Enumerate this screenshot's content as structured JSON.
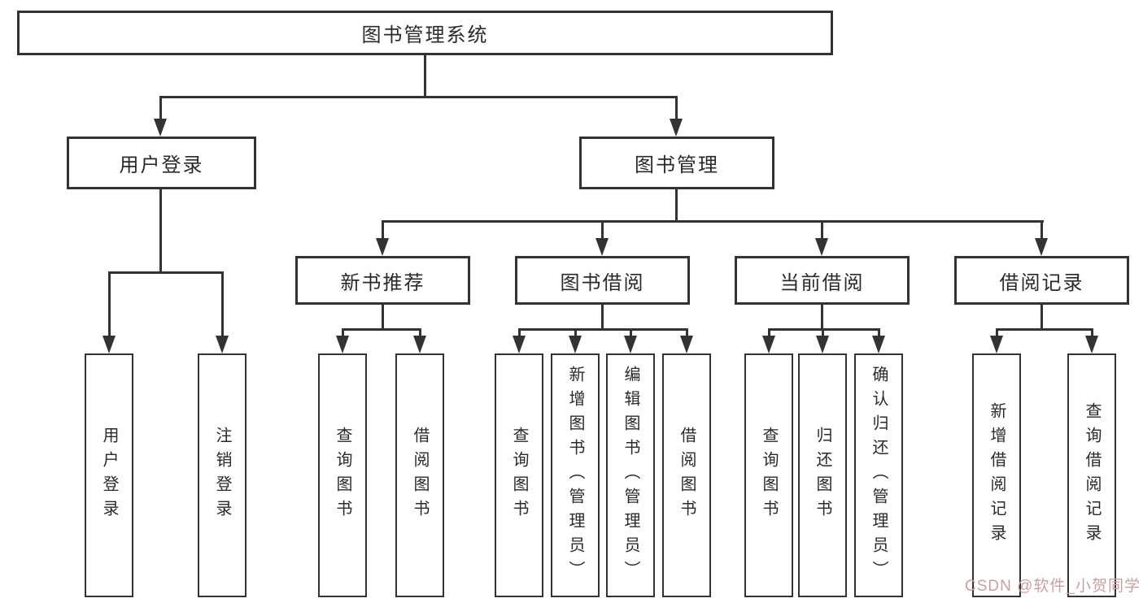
{
  "colors": {
    "line": "#333333",
    "box_fill": "#ffffff",
    "text": "#2a2a2a",
    "watermark": "#c9a0a0",
    "background": "#ffffff"
  },
  "diagram": {
    "root": {
      "label": "图书管理系统"
    },
    "user_branch": {
      "label": "用户登录",
      "leaves": [
        {
          "label": "用户登录"
        },
        {
          "label": "注销登录"
        }
      ]
    },
    "book_branch": {
      "label": "图书管理",
      "groups": [
        {
          "label": "新书推荐",
          "leaves": [
            {
              "label": "查询图书"
            },
            {
              "label": "借阅图书"
            }
          ]
        },
        {
          "label": "图书借阅",
          "leaves": [
            {
              "label": "查询图书"
            },
            {
              "label": "新增图书（管理员）"
            },
            {
              "label": "编辑图书（管理员）"
            },
            {
              "label": "借阅图书"
            }
          ]
        },
        {
          "label": "当前借阅",
          "leaves": [
            {
              "label": "查询图书"
            },
            {
              "label": "归还图书"
            },
            {
              "label": "确认归还（管理员）"
            }
          ]
        },
        {
          "label": "借阅记录",
          "leaves": [
            {
              "label": "新增借阅记录"
            },
            {
              "label": "查询借阅记录"
            }
          ]
        }
      ]
    }
  },
  "watermark": {
    "text": "CSDN @软件_小贺同学"
  }
}
